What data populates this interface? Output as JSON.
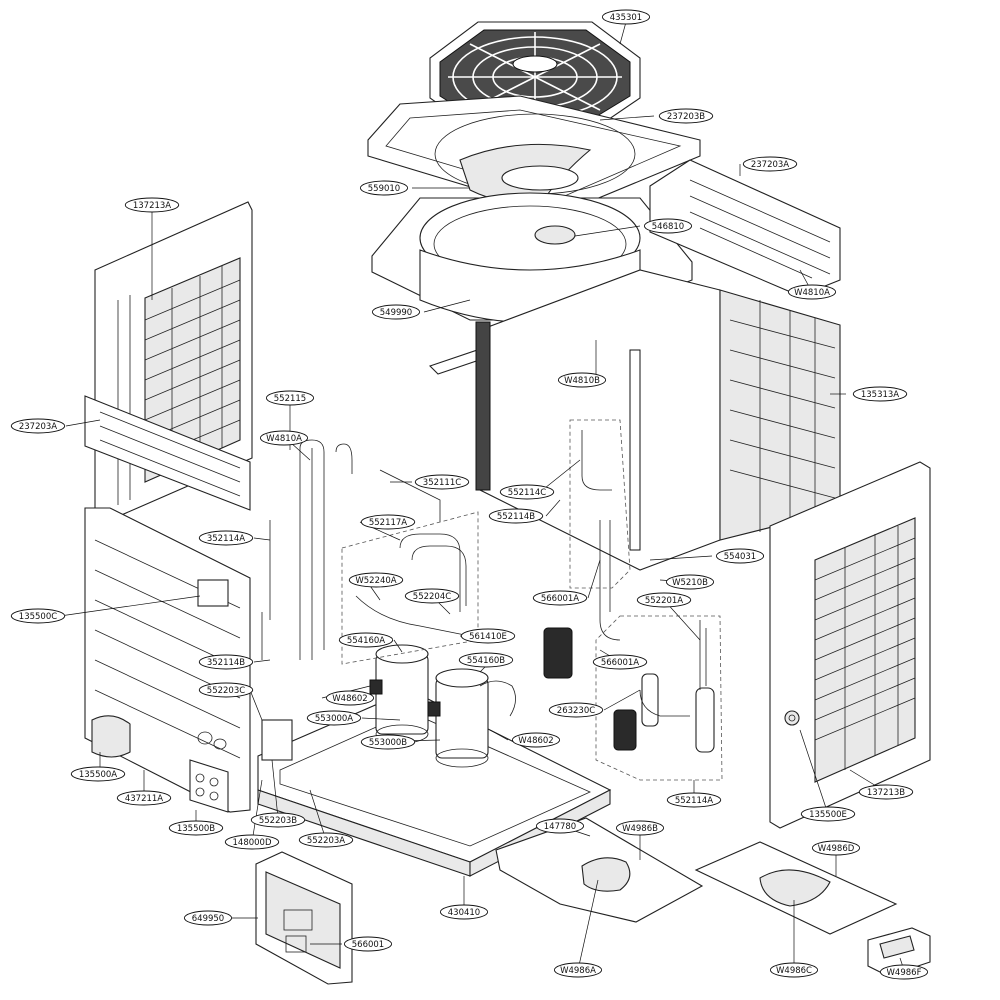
{
  "labels": [
    {
      "id": "435301",
      "text": "435301"
    },
    {
      "id": "237203B",
      "text": "237203B"
    },
    {
      "id": "237203A_top",
      "text": "237203A"
    },
    {
      "id": "559010",
      "text": "559010"
    },
    {
      "id": "546810",
      "text": "546810"
    },
    {
      "id": "137213A",
      "text": "137213A"
    },
    {
      "id": "W4810A_right",
      "text": "W4810A"
    },
    {
      "id": "549990",
      "text": "549990"
    },
    {
      "id": "W4810B",
      "text": "W4810B"
    },
    {
      "id": "135313A",
      "text": "135313A"
    },
    {
      "id": "552115",
      "text": "552115"
    },
    {
      "id": "237203A_left",
      "text": "237203A"
    },
    {
      "id": "W4810A_left",
      "text": "W4810A"
    },
    {
      "id": "352111C",
      "text": "352111C"
    },
    {
      "id": "552114C",
      "text": "552114C"
    },
    {
      "id": "552117A",
      "text": "552117A"
    },
    {
      "id": "552114B",
      "text": "552114B"
    },
    {
      "id": "352114A",
      "text": "352114A"
    },
    {
      "id": "554031",
      "text": "554031"
    },
    {
      "id": "W52240A",
      "text": "W52240A"
    },
    {
      "id": "552204C",
      "text": "552204C"
    },
    {
      "id": "566001A_1",
      "text": "566001A"
    },
    {
      "id": "W5210B",
      "text": "W5210B"
    },
    {
      "id": "135500C",
      "text": "135500C"
    },
    {
      "id": "552201A",
      "text": "552201A"
    },
    {
      "id": "561410E",
      "text": "561410E"
    },
    {
      "id": "554160A",
      "text": "554160A"
    },
    {
      "id": "554160B",
      "text": "554160B"
    },
    {
      "id": "566001A_2",
      "text": "566001A"
    },
    {
      "id": "352114B",
      "text": "352114B"
    },
    {
      "id": "552203C",
      "text": "552203C"
    },
    {
      "id": "W48602_1",
      "text": "W48602"
    },
    {
      "id": "263230C",
      "text": "263230C"
    },
    {
      "id": "553000A",
      "text": "553000A"
    },
    {
      "id": "553000B",
      "text": "553000B"
    },
    {
      "id": "W48602_2",
      "text": "W48602"
    },
    {
      "id": "135500A",
      "text": "135500A"
    },
    {
      "id": "437211A",
      "text": "437211A"
    },
    {
      "id": "137213B",
      "text": "137213B"
    },
    {
      "id": "552203B",
      "text": "552203B"
    },
    {
      "id": "552114A",
      "text": "552114A"
    },
    {
      "id": "135500E",
      "text": "135500E"
    },
    {
      "id": "135500B",
      "text": "135500B"
    },
    {
      "id": "147780",
      "text": "147780"
    },
    {
      "id": "W4986B",
      "text": "W4986B"
    },
    {
      "id": "148000D",
      "text": "148000D"
    },
    {
      "id": "552203A",
      "text": "552203A"
    },
    {
      "id": "W4986D",
      "text": "W4986D"
    },
    {
      "id": "430410",
      "text": "430410"
    },
    {
      "id": "649950",
      "text": "649950"
    },
    {
      "id": "566001",
      "text": "566001"
    },
    {
      "id": "W4986A",
      "text": "W4986A"
    },
    {
      "id": "W4986C",
      "text": "W4986C"
    },
    {
      "id": "W4986F",
      "text": "W4986F"
    }
  ]
}
